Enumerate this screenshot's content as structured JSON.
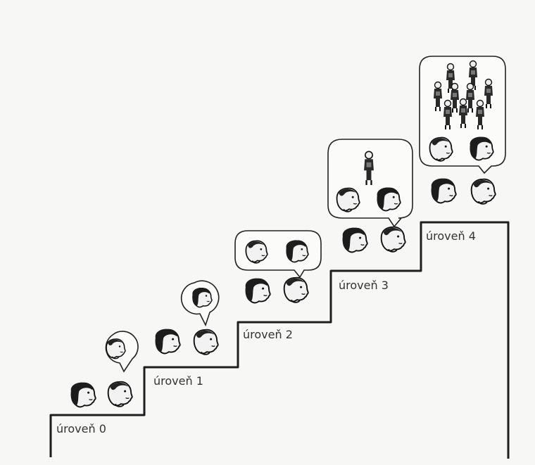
{
  "levels": [
    {
      "label": "úroveň 0"
    },
    {
      "label": "úroveň 1"
    },
    {
      "label": "úroveň 2"
    },
    {
      "label": "úroveň 3"
    },
    {
      "label": "úroveň 4"
    }
  ]
}
